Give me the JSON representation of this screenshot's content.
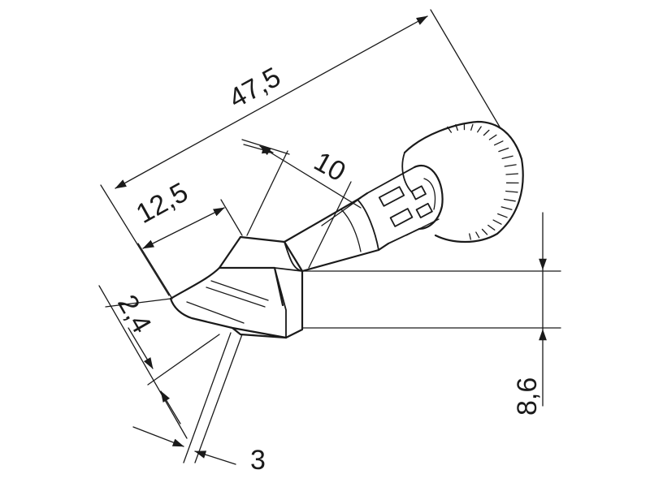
{
  "diagram": {
    "dimensions": {
      "total_length": "47,5",
      "tip_length": "12,5",
      "cone_length": "10",
      "tip_thickness": "2,4",
      "tip_width": "3",
      "body_diameter": "8,6"
    },
    "colors": {
      "line": "#1a1a1a",
      "background": "#ffffff"
    }
  }
}
